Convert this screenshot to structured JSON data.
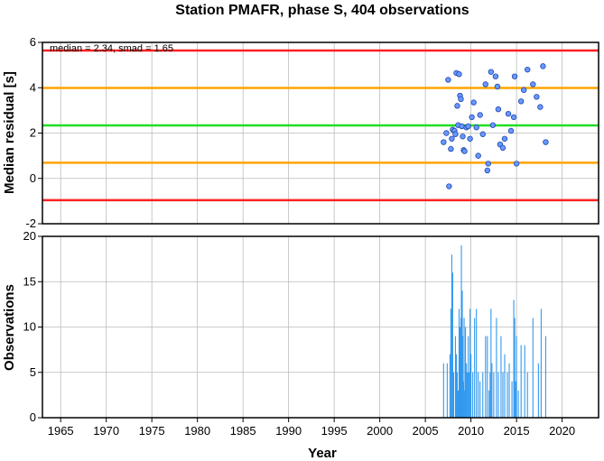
{
  "chart_data": [
    {
      "type": "scatter",
      "title": "Station PMAFR, phase S, 404 observations",
      "xlabel": "",
      "ylabel": "Median residual [s]",
      "xlim": [
        1963,
        2024
      ],
      "ylim": [
        -2,
        6
      ],
      "yticks": [
        -2,
        0,
        2,
        4,
        6
      ],
      "grid": true,
      "annotation": "median = 2.34, smad = 1.65",
      "reference_lines": [
        {
          "y": 5.64,
          "color": "#ff2020"
        },
        {
          "y": 3.99,
          "color": "#ffa500"
        },
        {
          "y": 2.34,
          "color": "#22dd22"
        },
        {
          "y": 0.69,
          "color": "#ffa500"
        },
        {
          "y": -0.96,
          "color": "#ff2020"
        }
      ],
      "point_color": "#6699ff",
      "points": [
        [
          2007.0,
          1.6
        ],
        [
          2007.3,
          2.0
        ],
        [
          2007.5,
          4.35
        ],
        [
          2007.6,
          -0.35
        ],
        [
          2007.8,
          1.3
        ],
        [
          2007.9,
          1.75
        ],
        [
          2008.0,
          2.15
        ],
        [
          2008.2,
          2.1
        ],
        [
          2008.3,
          1.95
        ],
        [
          2008.4,
          4.65
        ],
        [
          2008.5,
          3.2
        ],
        [
          2008.6,
          2.35
        ],
        [
          2008.7,
          4.6
        ],
        [
          2008.8,
          3.65
        ],
        [
          2008.9,
          3.5
        ],
        [
          2009.0,
          2.3
        ],
        [
          2009.1,
          1.85
        ],
        [
          2009.2,
          1.25
        ],
        [
          2009.3,
          1.2
        ],
        [
          2009.5,
          2.25
        ],
        [
          2009.7,
          2.3
        ],
        [
          2009.9,
          1.75
        ],
        [
          2010.1,
          2.7
        ],
        [
          2010.3,
          3.35
        ],
        [
          2010.6,
          2.25
        ],
        [
          2010.8,
          1.0
        ],
        [
          2011.0,
          2.8
        ],
        [
          2011.3,
          1.95
        ],
        [
          2011.6,
          4.15
        ],
        [
          2011.9,
          0.65
        ],
        [
          2011.8,
          0.35
        ],
        [
          2012.2,
          4.7
        ],
        [
          2012.4,
          2.35
        ],
        [
          2012.7,
          4.5
        ],
        [
          2012.9,
          4.05
        ],
        [
          2013.0,
          3.05
        ],
        [
          2013.2,
          1.5
        ],
        [
          2013.5,
          1.35
        ],
        [
          2013.7,
          1.75
        ],
        [
          2014.1,
          2.85
        ],
        [
          2014.4,
          2.1
        ],
        [
          2014.7,
          2.7
        ],
        [
          2014.8,
          4.5
        ],
        [
          2015.0,
          0.65
        ],
        [
          2015.5,
          3.4
        ],
        [
          2015.8,
          3.9
        ],
        [
          2016.2,
          4.8
        ],
        [
          2016.8,
          4.15
        ],
        [
          2017.2,
          3.6
        ],
        [
          2017.6,
          3.15
        ],
        [
          2017.9,
          4.95
        ],
        [
          2018.2,
          1.6
        ]
      ]
    },
    {
      "type": "bar",
      "title": "",
      "xlabel": "Year",
      "ylabel": "Observations",
      "xlim": [
        1963,
        2024
      ],
      "ylim": [
        0,
        20
      ],
      "xticks": [
        1965,
        1970,
        1975,
        1980,
        1985,
        1990,
        1995,
        2000,
        2005,
        2010,
        2015,
        2020
      ],
      "yticks": [
        0,
        5,
        10,
        15,
        20
      ],
      "grid": true,
      "bar_color": "#3399ee",
      "x": [
        2007.0,
        2007.4,
        2007.7,
        2007.8,
        2007.9,
        2008.0,
        2008.1,
        2008.3,
        2008.4,
        2008.5,
        2008.6,
        2008.7,
        2008.8,
        2008.85,
        2008.9,
        2008.95,
        2009.0,
        2009.05,
        2009.1,
        2009.2,
        2009.25,
        2009.3,
        2009.4,
        2009.5,
        2009.6,
        2009.7,
        2009.8,
        2009.9,
        2010.0,
        2010.2,
        2010.4,
        2010.6,
        2010.8,
        2011.0,
        2011.3,
        2011.6,
        2011.8,
        2012.0,
        2012.1,
        2012.2,
        2012.3,
        2012.5,
        2012.8,
        2013.0,
        2013.3,
        2013.5,
        2013.7,
        2014.0,
        2014.2,
        2014.5,
        2014.7,
        2014.8,
        2014.9,
        2015.0,
        2015.2,
        2015.5,
        2015.9,
        2016.2,
        2016.8,
        2017.4,
        2017.7,
        2018.2
      ],
      "values": [
        6,
        6,
        7,
        12,
        18,
        16,
        5,
        9,
        7,
        5,
        3,
        12,
        10,
        5,
        11,
        19,
        8,
        14,
        9,
        4,
        11,
        3,
        10,
        6,
        5,
        9,
        5,
        12,
        7,
        5,
        11,
        12,
        5,
        4,
        5,
        9,
        9,
        3,
        5,
        12,
        6,
        5,
        11,
        5,
        9,
        5,
        7,
        5,
        6,
        4,
        13,
        11,
        4,
        9,
        3,
        8,
        8,
        5,
        11,
        6,
        12,
        9
      ]
    }
  ]
}
